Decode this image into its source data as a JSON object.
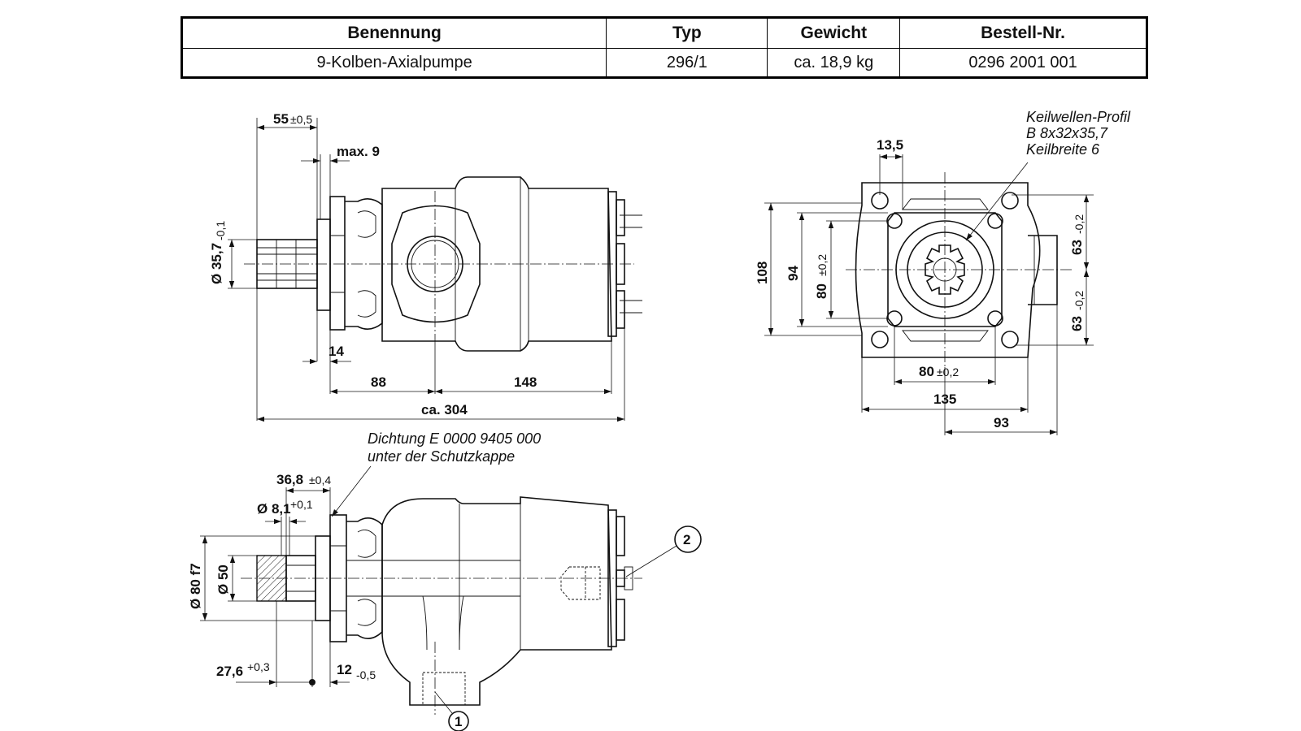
{
  "table": {
    "headers": [
      "Benennung",
      "Typ",
      "Gewicht",
      "Bestell-Nr."
    ],
    "row": [
      "9-Kolben-Axialpumpe",
      "296/1",
      "ca. 18,9 kg",
      "0296 2001 001"
    ]
  },
  "side_view": {
    "dim_55": "55",
    "tol_55": "±0,5",
    "dim_max9": "max. 9",
    "dim_shaft_dia": "Ø 35,7",
    "tol_shaft_dia": "-0,1",
    "dim_14": "14",
    "dim_88": "88",
    "dim_148": "148",
    "dim_304": "ca. 304"
  },
  "front_view": {
    "spline_note": [
      "Keilwellen-Profil",
      "B 8x32x35,7",
      "Keilbreite 6"
    ],
    "dim_13_5": "13,5",
    "dim_108": "108",
    "dim_94": "94",
    "dim_80v": "80",
    "tol_80v": "±0,2",
    "dim_63a": "63",
    "tol_63a": "-0,2",
    "dim_63b": "63",
    "tol_63b": "-0,2",
    "dim_80h": "80",
    "tol_80h": "±0,2",
    "dim_135": "135",
    "dim_93": "93"
  },
  "section_view": {
    "seal_note": [
      "Dichtung E 0000 9405 000",
      "unter der Schutzkappe"
    ],
    "dim_36_8": "36,8",
    "tol_36_8": "±0,4",
    "dim_8_1": "Ø 8,1",
    "tol_8_1": "+0,1",
    "dim_80f7": "Ø 80 f7",
    "dim_50": "Ø 50",
    "dim_27_6": "27,6",
    "tol_27_6": "+0,3",
    "dim_12": "12",
    "tol_12": "-0,5",
    "balloon_1": "1",
    "balloon_2": "2"
  }
}
